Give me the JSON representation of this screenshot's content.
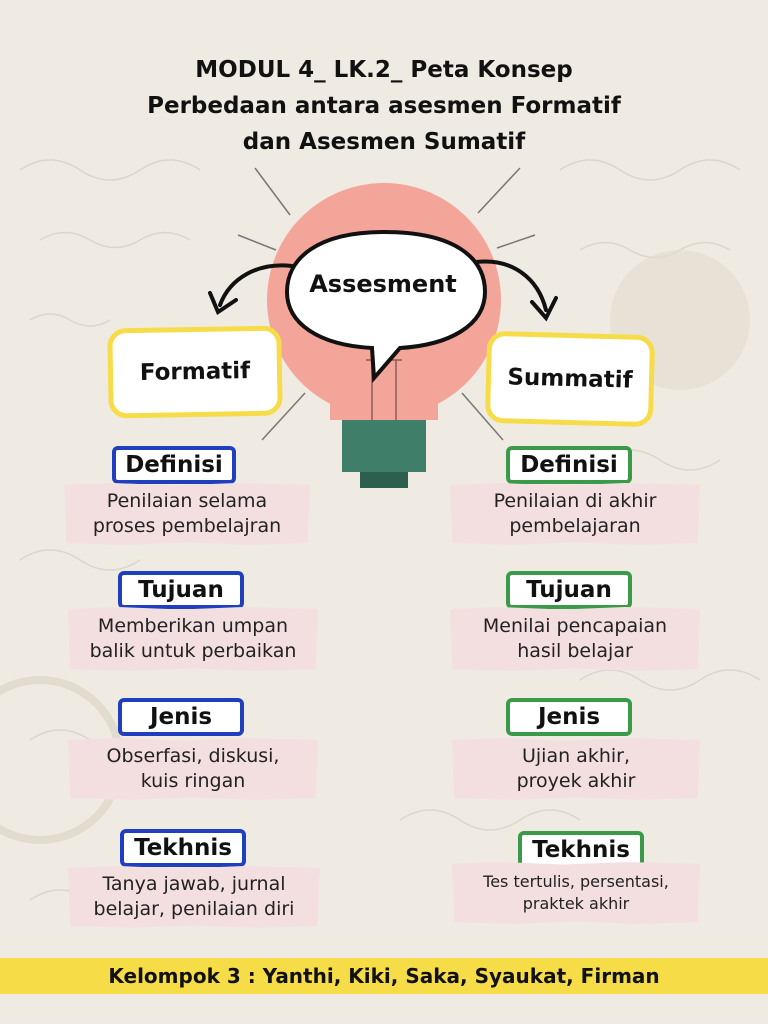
{
  "title": {
    "line1": "MODUL 4_ LK.2_ Peta Konsep",
    "line2": "Perbedaan antara asesmen Formatif",
    "line3": "dan Asesmen Sumatif"
  },
  "center": {
    "label": "Assesment"
  },
  "categories": {
    "left": "Formatif",
    "right": "Summatif"
  },
  "formatif": [
    {
      "label": "Definisi",
      "text": "Penilaian selama\nproses pembelajran"
    },
    {
      "label": "Tujuan",
      "text": "Memberikan umpan\nbalik untuk perbaikan"
    },
    {
      "label": "Jenis",
      "text": "Obserfasi, diskusi,\nkuis ringan"
    },
    {
      "label": "Tekhnis",
      "text": "Tanya jawab, jurnal\nbelajar, penilaian diri"
    }
  ],
  "sumatif": [
    {
      "label": "Definisi",
      "text": "Penilaian di akhir\npembelajaran"
    },
    {
      "label": "Tujuan",
      "text": "Menilai pencapaian\nhasil belajar"
    },
    {
      "label": "Jenis",
      "text": "Ujian akhir,\nproyek akhir"
    },
    {
      "label": "Tekhnis",
      "text": "Tes tertulis, persentasi,\npraktek akhir"
    }
  ],
  "footer": "Kelompok 3 : Yanthi, Kiki, Saka, Syaukat, Firman",
  "colors": {
    "background": "#efebe3",
    "bulb": "#f4a59a",
    "bulb_base": "#3f7f6a",
    "category_border": "#f7dc4a",
    "formatif_border": "#1f3fbf",
    "sumatif_border": "#3a9a4a",
    "note_fill": "#f4dfe0",
    "footer_bar": "#f6dd47"
  }
}
